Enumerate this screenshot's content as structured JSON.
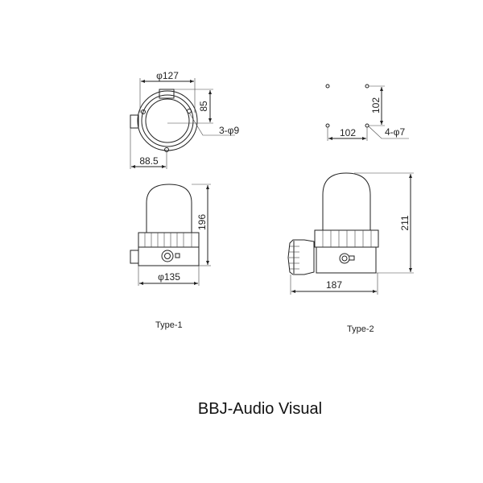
{
  "type1": {
    "label": "Type-1",
    "dims": {
      "top_diameter": "φ127",
      "offset_vertical": "85",
      "holes": "3-φ9",
      "offset_horizontal": "88.5",
      "height": "196",
      "base_diameter": "φ135"
    }
  },
  "type2": {
    "label": "Type-2",
    "dims": {
      "hole_spacing_vertical": "102",
      "hole_spacing_horizontal": "102",
      "holes": "4-φ7",
      "height": "211",
      "width": "187"
    }
  },
  "title": "BBJ-Audio Visual"
}
